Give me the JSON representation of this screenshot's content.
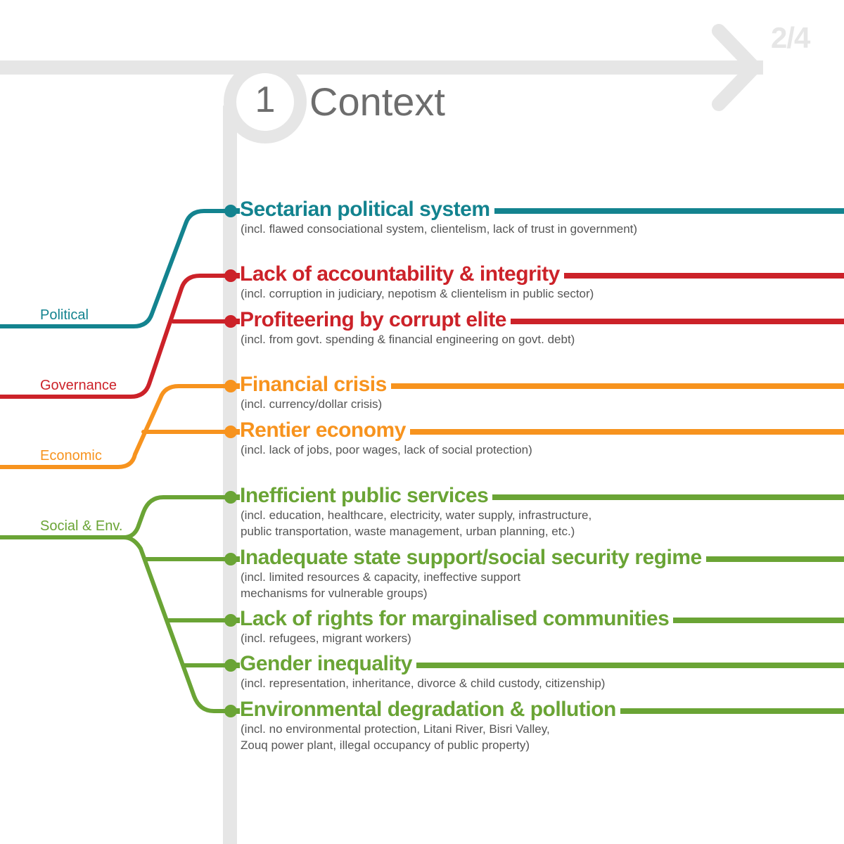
{
  "page_indicator": "2/4",
  "section": {
    "number": "1",
    "title": "Context"
  },
  "colors": {
    "political": "#13838f",
    "governance": "#cc2229",
    "economic": "#f7931e",
    "social": "#6aa435",
    "track": "#e6e6e6",
    "text_gray": "#6d6d6d"
  },
  "categories": [
    {
      "id": "political",
      "label": "Political"
    },
    {
      "id": "governance",
      "label": "Governance"
    },
    {
      "id": "economic",
      "label": "Economic"
    },
    {
      "id": "social",
      "label": "Social & Env."
    }
  ],
  "items": [
    {
      "category": "political",
      "title": "Sectarian political system",
      "desc": [
        "(incl. flawed consociational system, clientelism, lack of trust in government)"
      ]
    },
    {
      "category": "governance",
      "title": "Lack of accountability & integrity",
      "desc": [
        "(incl. corruption in judiciary, nepotism & clientelism in public sector)"
      ]
    },
    {
      "category": "governance",
      "title": "Profiteering by corrupt elite",
      "desc": [
        "(incl. from govt. spending & financial engineering on govt. debt)"
      ]
    },
    {
      "category": "economic",
      "title": "Financial crisis",
      "desc": [
        "(incl. currency/dollar crisis)"
      ]
    },
    {
      "category": "economic",
      "title": "Rentier economy",
      "desc": [
        "(incl. lack of jobs, poor wages, lack of social protection)"
      ]
    },
    {
      "category": "social",
      "title": "Inefficient public services",
      "desc": [
        "(incl. education, healthcare, electricity, water supply, infrastructure,",
        "public transportation,  waste management, urban planning, etc.)"
      ]
    },
    {
      "category": "social",
      "title": "Inadequate state support/social security regime",
      "desc": [
        "(incl. limited resources & capacity, ineffective support",
        "mechanisms for vulnerable groups)"
      ]
    },
    {
      "category": "social",
      "title": "Lack of rights for marginalised communities",
      "desc": [
        "(incl. refugees, migrant workers)"
      ]
    },
    {
      "category": "social",
      "title": "Gender inequality",
      "desc": [
        "(incl. representation, inheritance, divorce & child custody, citizenship)"
      ]
    },
    {
      "category": "social",
      "title": "Environmental degradation & pollution",
      "desc": [
        "(incl. no environmental protection, Litani River, Bisri Valley,",
        "Zouq power plant, illegal occupancy of public property)"
      ]
    }
  ]
}
